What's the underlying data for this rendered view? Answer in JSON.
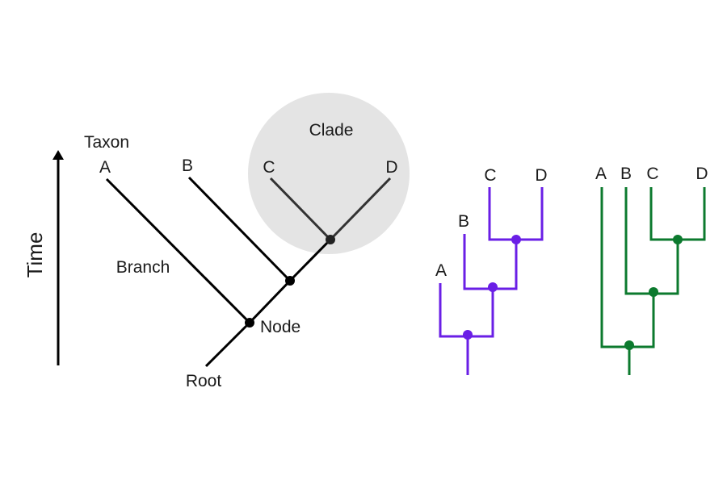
{
  "time_axis": {
    "label": "Time"
  },
  "main_tree": {
    "taxon_header": "Taxon",
    "taxa": [
      "A",
      "B",
      "C",
      "D"
    ],
    "branch_label": "Branch",
    "node_label": "Node",
    "root_label": "Root",
    "clade_label": "Clade",
    "colors": {
      "lines": "#000000",
      "clade_fill": "#e4e4e4",
      "clade_lines": "#333333"
    }
  },
  "ladder_tree": {
    "taxa": [
      "A",
      "B",
      "C",
      "D"
    ],
    "color": "#6a1fe6"
  },
  "balanced_tree": {
    "taxa": [
      "A",
      "B",
      "C",
      "D"
    ],
    "color": "#0c7a2e"
  }
}
